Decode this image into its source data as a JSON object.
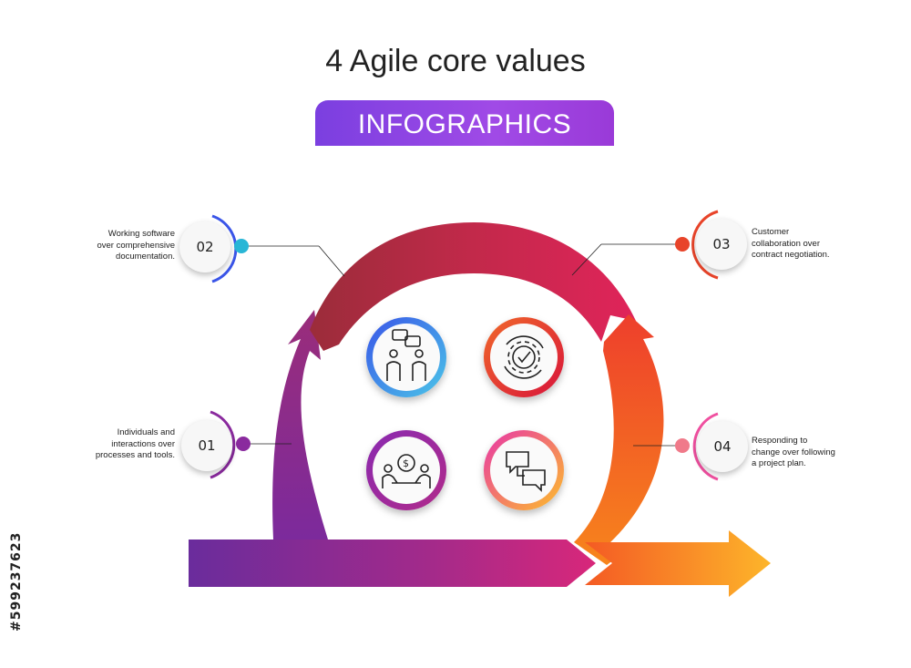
{
  "header": {
    "title": "4 Agile core values",
    "banner": "INFOGRAPHICS"
  },
  "values": [
    {
      "number": "01",
      "text": [
        "Individuals and",
        "interactions over",
        "processes and tools."
      ],
      "icon": "people-negotiation-icon",
      "color": "#8a2a9e"
    },
    {
      "number": "02",
      "text": [
        "Working software",
        "over comprehensive",
        "documentation."
      ],
      "icon": "team-chat-icon",
      "color": "#29b6d6"
    },
    {
      "number": "03",
      "text": [
        "Customer",
        "collaboration over",
        "contract negotiation."
      ],
      "icon": "gear-cycle-icon",
      "color": "#e8442a"
    },
    {
      "number": "04",
      "text": [
        "Responding to",
        "change over following",
        "a project plan."
      ],
      "icon": "chat-bubbles-icon",
      "color": "#f07a8a"
    }
  ],
  "stock_id": "#599237623"
}
